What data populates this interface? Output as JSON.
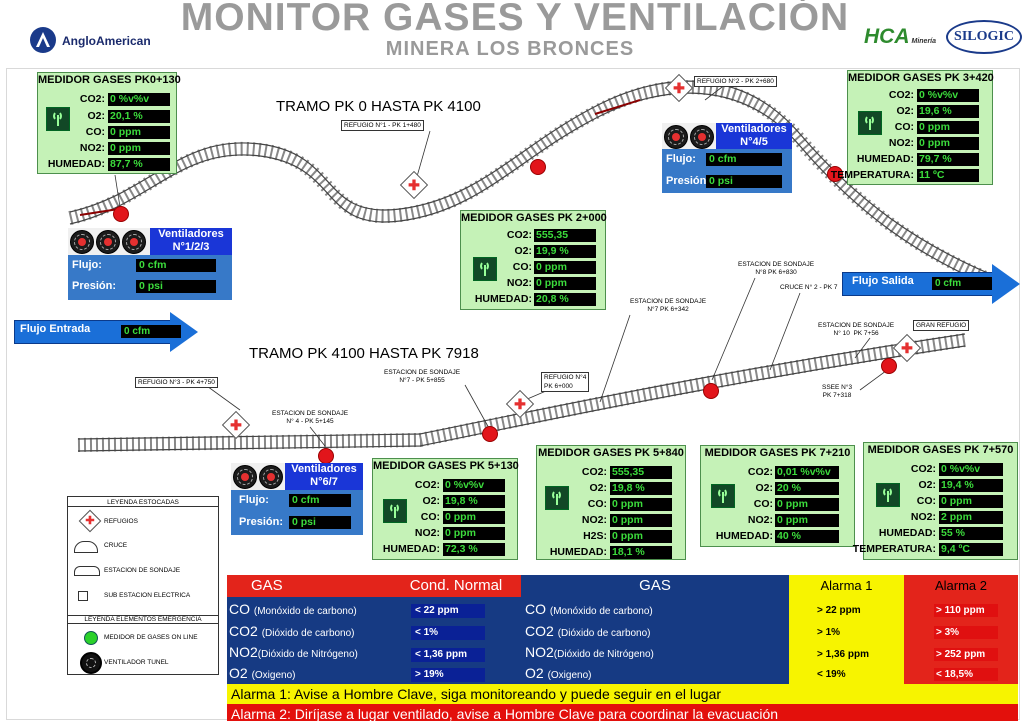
{
  "header": {
    "title": "MONITOR GASES Y VENTILACIÓN",
    "subtitle": "MINERA LOS BRONCES",
    "logo_left": "AngloAmerican",
    "logo_hca": "HCA",
    "logo_hca_sub": "Minería",
    "logo_right": "SILOGIC"
  },
  "tramos": {
    "top": "TRAMO PK 0 HASTA PK 4100",
    "bottom": "TRAMO PK 4100 HASTA PK 7918"
  },
  "track_labels": {
    "refugio2": "REFUGIO N°2 - PK 2+680",
    "refugio1": "REFUGIO N°1 - PK 1+480",
    "estacion8": "ESTACION DE SONDAJE\nN°8 PK 6+830",
    "estacion7": "ESTACION DE SONDAJE\nN°7 PK 6+342",
    "cruce2": "CRUCE N° 2 - PK 7",
    "estacion10": "ESTACION DE SONDAJE\nN° 10  PK 7+56",
    "gran_refugio": "GRAN REFUGIO",
    "refugio3": "REFUGIO N°3 - PK 4+750",
    "estacion_n7b": "ESTACION DE SONDAJE\nN°7 - PK 5+855",
    "refugio4": "REFUGIO N°4\nPK 6+000",
    "estacion4": "ESTACION DE SONDAJE\nN° 4 - PK 5+145",
    "ssee3": "SSEE N°3\nPK 7+318"
  },
  "sensors": {
    "pk0130": {
      "title": "MEDIDOR GASES PK0+130",
      "rows": [
        {
          "label": "CO2:",
          "value": "0 %v%v"
        },
        {
          "label": "O2:",
          "value": "20,1 %"
        },
        {
          "label": "CO:",
          "value": "0 ppm"
        },
        {
          "label": "NO2:",
          "value": "0 ppm"
        },
        {
          "label": "HUMEDAD:",
          "value": "87,7 %"
        }
      ]
    },
    "pk2000": {
      "title": "MEDIDOR GASES PK 2+000",
      "rows": [
        {
          "label": "CO2:",
          "value": "555,35"
        },
        {
          "label": "O2:",
          "value": "19,9 %"
        },
        {
          "label": "CO:",
          "value": "0 ppm"
        },
        {
          "label": "NO2:",
          "value": "0 ppm"
        },
        {
          "label": "HUMEDAD:",
          "value": "20,8 %"
        }
      ]
    },
    "pk3420": {
      "title": "MEDIDOR GASES PK 3+420",
      "rows": [
        {
          "label": "CO2:",
          "value": "0 %v%v"
        },
        {
          "label": "O2:",
          "value": "19,6 %"
        },
        {
          "label": "CO:",
          "value": "0 ppm"
        },
        {
          "label": "NO2:",
          "value": "0 ppm"
        },
        {
          "label": "HUMEDAD:",
          "value": "79,7 %"
        },
        {
          "label": "TEMPERATURA:",
          "value": "11 ºC"
        }
      ]
    },
    "pk5130": {
      "title": "MEDIDOR GASES PK 5+130",
      "rows": [
        {
          "label": "CO2:",
          "value": "0 %v%v"
        },
        {
          "label": "O2:",
          "value": "19,8 %"
        },
        {
          "label": "CO:",
          "value": "0 ppm"
        },
        {
          "label": "NO2:",
          "value": "0 ppm"
        },
        {
          "label": "HUMEDAD:",
          "value": "72,3 %"
        }
      ]
    },
    "pk5840": {
      "title": "MEDIDOR GASES PK 5+840",
      "rows": [
        {
          "label": "CO2:",
          "value": "555,35"
        },
        {
          "label": "O2:",
          "value": "19,8 %"
        },
        {
          "label": "CO:",
          "value": "0 ppm"
        },
        {
          "label": "NO2:",
          "value": "0 ppm"
        },
        {
          "label": "H2S:",
          "value": "0 ppm"
        },
        {
          "label": "HUMEDAD:",
          "value": "18,1 %"
        }
      ]
    },
    "pk7210": {
      "title": "MEDIDOR GASES PK 7+210",
      "rows": [
        {
          "label": "CO2:",
          "value": "0,01 %v%v"
        },
        {
          "label": "O2:",
          "value": "20 %"
        },
        {
          "label": "CO:",
          "value": "0 ppm"
        },
        {
          "label": "NO2:",
          "value": "0 ppm"
        },
        {
          "label": "HUMEDAD:",
          "value": "40 %"
        }
      ]
    },
    "pk7570": {
      "title": "MEDIDOR GASES PK 7+570",
      "rows": [
        {
          "label": "CO2:",
          "value": "0 %v%v"
        },
        {
          "label": "O2:",
          "value": "19,4 %"
        },
        {
          "label": "CO:",
          "value": "0 ppm"
        },
        {
          "label": "NO2:",
          "value": "2 ppm"
        },
        {
          "label": "HUMEDAD:",
          "value": "55 %"
        },
        {
          "label": "TEMPERATURA:",
          "value": "9,4 ºC"
        }
      ]
    }
  },
  "fans": {
    "f123": {
      "title": "Ventiladores\nN°1/2/3",
      "flujo_label": "Flujo:",
      "flujo": "0 cfm",
      "presion_label": "Presión:",
      "presion": "0 psi"
    },
    "f45": {
      "title": "Ventiladores\nN°4/5",
      "flujo_label": "Flujo:",
      "flujo": "0 cfm",
      "presion_label": "Presión:",
      "presion": "0 psi"
    },
    "f67": {
      "title": "Ventiladores\nN°6/7",
      "flujo_label": "Flujo:",
      "flujo": "0 cfm",
      "presion_label": "Presión:",
      "presion": "0 psi"
    }
  },
  "flows": {
    "entrada": {
      "label": "Flujo Entrada",
      "value": "0 cfm"
    },
    "salida": {
      "label": "Flujo Salida",
      "value": "0 cfm"
    }
  },
  "legend": {
    "title": "LEYENDA ESTOCADAS",
    "items": [
      "REFUGIOS",
      "CRUCE",
      "ESTACION DE SONDAJE",
      "SUB ESTACION ELECTRICA"
    ],
    "title2": "LEYENDA ELEMENTOS EMERGENCIA",
    "items2": [
      "MEDIDOR DE GASES ON LINE",
      "VENTILADOR TUNEL"
    ]
  },
  "gas_table": {
    "h_gas": "GAS",
    "h_normal": "Cond. Normal",
    "h_gas2": "GAS",
    "h_alarm1": "Alarma 1",
    "h_alarm2": "Alarma 2",
    "rows": [
      {
        "gas": "CO",
        "gas_desc": "(Monóxido de carbono)",
        "normal": "< 22 ppm",
        "alarm1": "> 22 ppm",
        "alarm2": "> 110 ppm"
      },
      {
        "gas": "CO2",
        "gas_desc": "(Dióxido de carbono)",
        "normal": "< 1%",
        "alarm1": "> 1%",
        "alarm2": "> 3%"
      },
      {
        "gas": "NO2",
        "gas_desc": "(Dióxido de Nitrógeno)",
        "normal": "< 1,36 ppm",
        "alarm1": "> 1,36 ppm",
        "alarm2": "> 252 ppm"
      },
      {
        "gas": "O2",
        "gas_desc": "(Oxigeno)",
        "normal": "> 19%",
        "alarm1": "< 19%",
        "alarm2": "< 18,5%"
      }
    ]
  },
  "alarms": {
    "alarm1": "Alarma 1: Avise a Hombre Clave, siga monitoreando y puede seguir en el lugar",
    "alarm2": "Alarma 2: Diríjase a lugar ventilado, avise a Hombre Clave para coordinar la evacuación"
  },
  "colors": {
    "panel_bg": "#c5f2b7",
    "value_bg": "#000000",
    "value_fg": "#3cdc3c",
    "flow_blue": "#1a6fd8",
    "alarm1_bg": "#f7f400",
    "alarm2_bg": "#e3100c",
    "sensor_red": "#e2151b"
  }
}
